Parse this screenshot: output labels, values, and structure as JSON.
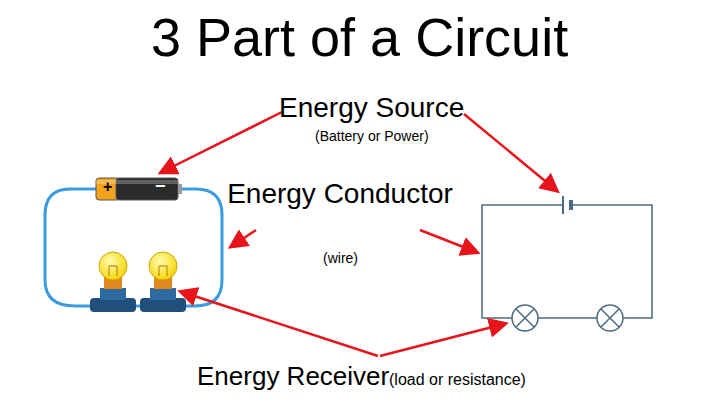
{
  "diagram": {
    "title": "3 Part of a Circuit",
    "labels": [
      "Energy Source",
      "(Battery or Power)",
      "Energy Conductor",
      "(wire)",
      "Energy Receiver",
      "(load or resistance)",
      "+",
      "−"
    ]
  }
}
